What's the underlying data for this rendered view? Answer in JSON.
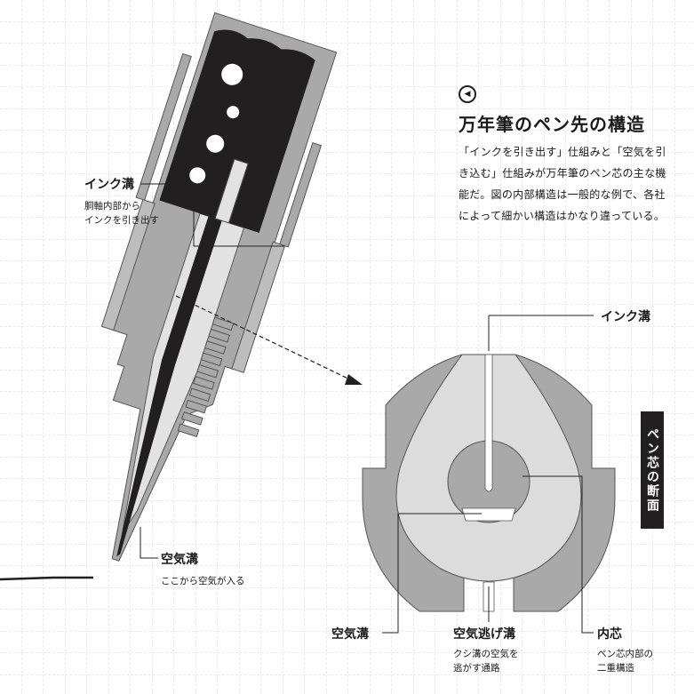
{
  "header": {
    "back_icon": "back-arrow-icon",
    "title": "万年筆のペン先の構造",
    "lead": "「インクを引き出す」仕組みと「空気を引き込む」仕組みが万年筆のペン芯の主な機能だ。図の内部構造は一般的な例で、各社によって細かい構造はかなり違っている。"
  },
  "pen_labels": {
    "ink_groove": {
      "title": "インク溝",
      "desc": "胴軸内部から\nインクを引き出す"
    },
    "air_groove": {
      "title": "空気溝",
      "desc": "ここから空気が入る"
    }
  },
  "section_labels": {
    "tab": "ペン芯の断面",
    "ink_groove": "インク溝",
    "air_groove": "空気溝",
    "escape_groove": {
      "title": "空気逃げ溝",
      "desc": "クシ溝の空気を\n逃がす通路"
    },
    "inner_core": {
      "title": "内芯",
      "desc": "ペン芯内部の\n二重構造"
    }
  },
  "colors": {
    "dark": "#231f20",
    "mid_gray": "#a9a9a9",
    "light_gray": "#d9d9d9",
    "grid": "#c9c9c9"
  }
}
